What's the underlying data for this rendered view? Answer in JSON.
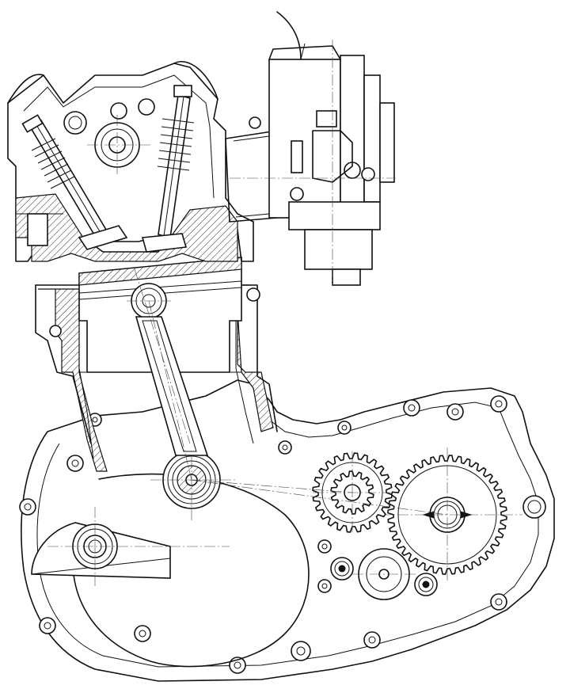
{
  "drawing": {
    "colors": {
      "line": "#111111",
      "background": "#ffffff",
      "centerline": "#444444"
    },
    "gear_large_teeth": 40,
    "gear_medium_teeth": 24,
    "gear_small_teeth": 14
  }
}
